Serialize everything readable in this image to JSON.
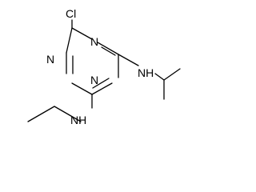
{
  "molecule": {
    "atoms": {
      "chlorine": "Cl",
      "ring_nitrogen_top": "N",
      "ring_nitrogen_left": "N",
      "ring_nitrogen_bottom": "N",
      "amine_right": "NH",
      "amine_bottom": "NH"
    }
  }
}
